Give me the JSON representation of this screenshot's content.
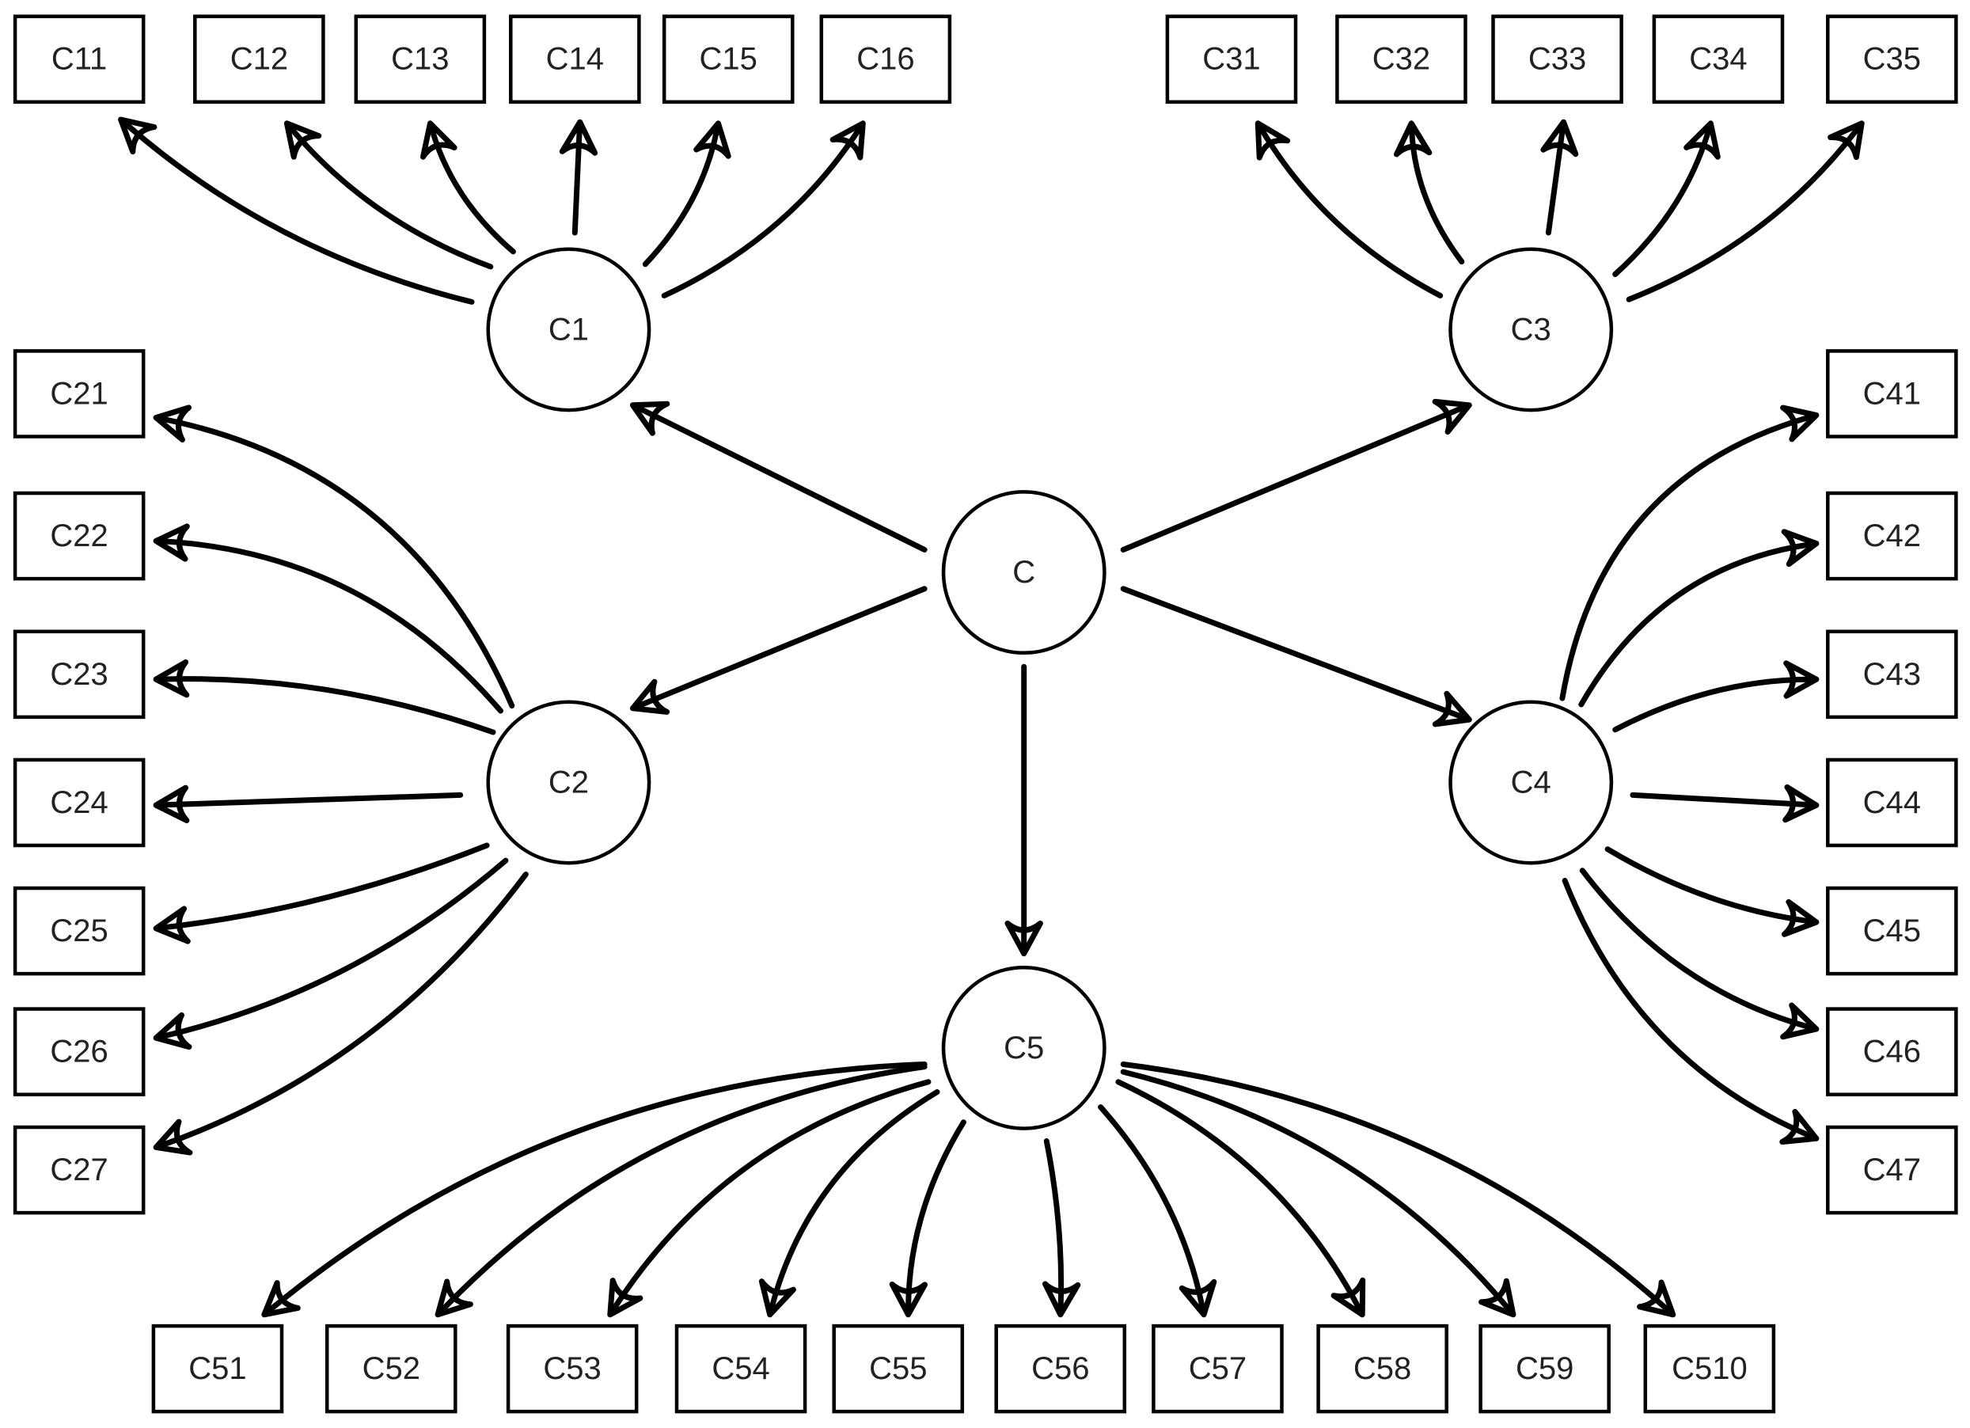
{
  "diagram": {
    "type": "tree",
    "root": "C",
    "nodes": {
      "C": "C",
      "C1": "C1",
      "C2": "C2",
      "C3": "C3",
      "C4": "C4",
      "C5": "C5",
      "C11": "C11",
      "C12": "C12",
      "C13": "C13",
      "C14": "C14",
      "C15": "C15",
      "C16": "C16",
      "C21": "C21",
      "C22": "C22",
      "C23": "C23",
      "C24": "C24",
      "C25": "C25",
      "C26": "C26",
      "C27": "C27",
      "C31": "C31",
      "C32": "C32",
      "C33": "C33",
      "C34": "C34",
      "C35": "C35",
      "C41": "C41",
      "C42": "C42",
      "C43": "C43",
      "C44": "C44",
      "C45": "C45",
      "C46": "C46",
      "C47": "C47",
      "C51": "C51",
      "C52": "C52",
      "C53": "C53",
      "C54": "C54",
      "C55": "C55",
      "C56": "C56",
      "C57": "C57",
      "C58": "C58",
      "C59": "C59",
      "C510": "C510"
    },
    "edges": [
      [
        "C",
        "C1"
      ],
      [
        "C",
        "C2"
      ],
      [
        "C",
        "C3"
      ],
      [
        "C",
        "C4"
      ],
      [
        "C",
        "C5"
      ],
      [
        "C1",
        "C11"
      ],
      [
        "C1",
        "C12"
      ],
      [
        "C1",
        "C13"
      ],
      [
        "C1",
        "C14"
      ],
      [
        "C1",
        "C15"
      ],
      [
        "C1",
        "C16"
      ],
      [
        "C2",
        "C21"
      ],
      [
        "C2",
        "C22"
      ],
      [
        "C2",
        "C23"
      ],
      [
        "C2",
        "C24"
      ],
      [
        "C2",
        "C25"
      ],
      [
        "C2",
        "C26"
      ],
      [
        "C2",
        "C27"
      ],
      [
        "C3",
        "C31"
      ],
      [
        "C3",
        "C32"
      ],
      [
        "C3",
        "C33"
      ],
      [
        "C3",
        "C34"
      ],
      [
        "C3",
        "C35"
      ],
      [
        "C4",
        "C41"
      ],
      [
        "C4",
        "C42"
      ],
      [
        "C4",
        "C43"
      ],
      [
        "C4",
        "C44"
      ],
      [
        "C4",
        "C45"
      ],
      [
        "C4",
        "C46"
      ],
      [
        "C4",
        "C47"
      ],
      [
        "C5",
        "C51"
      ],
      [
        "C5",
        "C52"
      ],
      [
        "C5",
        "C53"
      ],
      [
        "C5",
        "C54"
      ],
      [
        "C5",
        "C55"
      ],
      [
        "C5",
        "C56"
      ],
      [
        "C5",
        "C57"
      ],
      [
        "C5",
        "C58"
      ],
      [
        "C5",
        "C59"
      ],
      [
        "C5",
        "C510"
      ]
    ],
    "colors": {
      "stroke": "#000000",
      "fill": "#ffffff",
      "text": "#222222"
    }
  }
}
